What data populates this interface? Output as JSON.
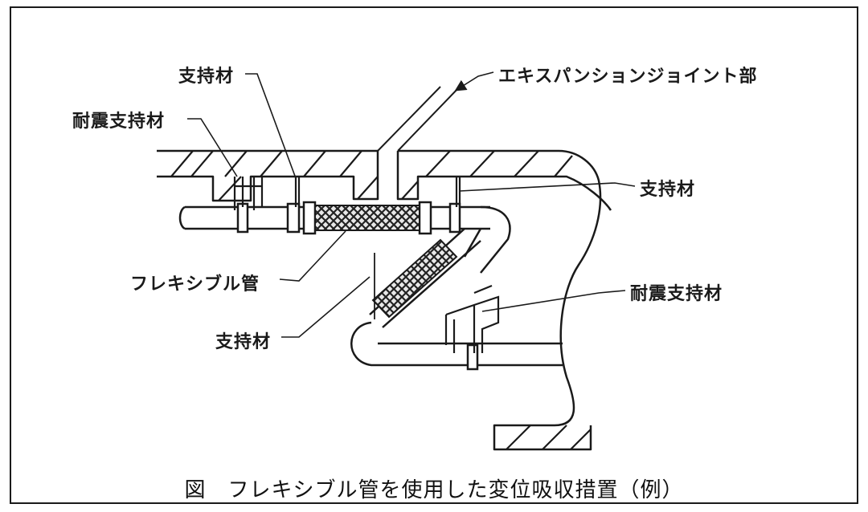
{
  "labels": {
    "support_top": "支持材",
    "seismic_left": "耐震支持材",
    "expansion_joint": "エキスパンションジョイント部",
    "support_right": "支持材",
    "flexible_pipe": "フレキシブル管",
    "seismic_right": "耐震支持材",
    "support_bottom": "支持材"
  },
  "caption": "図　フレキシブル管を使用した変位吸収措置（例）"
}
